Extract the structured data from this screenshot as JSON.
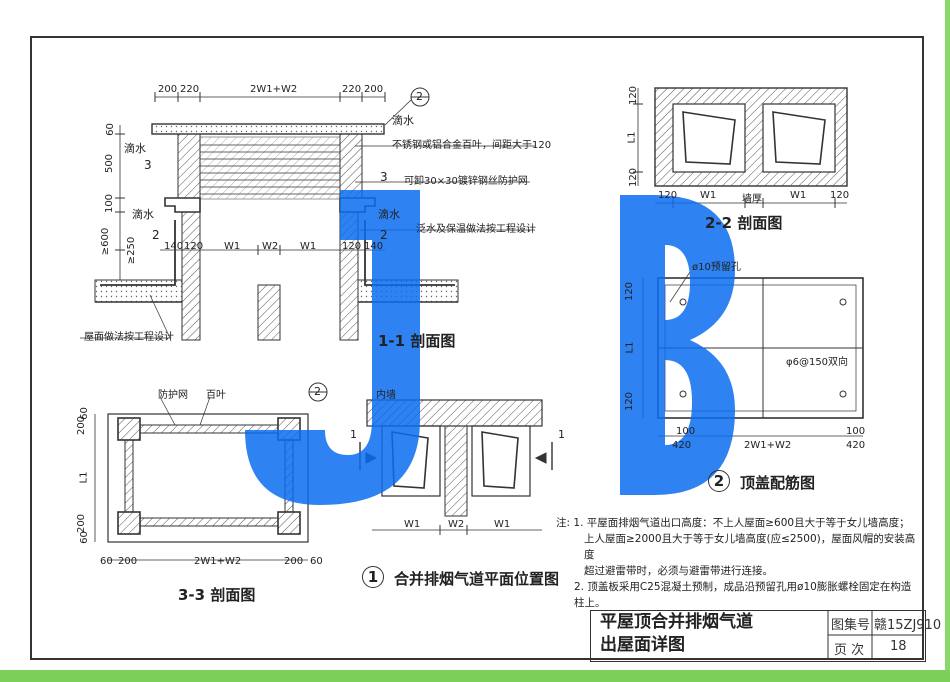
{
  "sheet": {
    "title_line1": "平屋顶合并排烟气道",
    "title_line2": "出屋面详图",
    "atlas_label": "图集号",
    "atlas_no": "赣15ZJ910",
    "page_label": "页 次",
    "page_no": "18"
  },
  "section_1_1": {
    "title": "1-1 剖面图",
    "dims_top": [
      "200",
      "220",
      "2W1+W2",
      "220",
      "200"
    ],
    "dims_left": [
      "60",
      "500",
      "100",
      "≥600",
      "≥250"
    ],
    "dims_bottom": [
      "140",
      "120",
      "W1",
      "W2",
      "W1",
      "120",
      "140"
    ],
    "callout_no": "2",
    "drip_labels": [
      "滴水",
      "滴水",
      "滴水",
      "滴水"
    ],
    "ref_3": "3",
    "ref_2": "2",
    "note_louver": "不锈钢或铝合金百叶，间距大于120",
    "note_mesh": "可卸30×30镀锌钢丝防护网",
    "note_waterproof": "泛水及保温做法按工程设计",
    "note_roof": "屋面做法按工程设计"
  },
  "section_2_2": {
    "title": "2-2 剖面图",
    "dims_left": [
      "120",
      "L1",
      "120"
    ],
    "dims_bottom": [
      "120",
      "W1",
      "墙厚",
      "W1",
      "120"
    ]
  },
  "cover_rebar": {
    "no": "2",
    "title": "顶盖配筋图",
    "hole_label": "ø10预留孔",
    "rebar_label": "φ6@150双向",
    "dims_left": [
      "120",
      "L1",
      "120"
    ],
    "dims_bottom": [
      "100",
      "420",
      "2W1+W2",
      "100",
      "420"
    ]
  },
  "plan_1": {
    "no": "1",
    "title": "合并排烟气道平面位置图",
    "inner_wall": "内墙",
    "callout_no": "2",
    "section_marks": [
      "1",
      "1"
    ],
    "dims_bottom": [
      "W1",
      "W2",
      "W1"
    ]
  },
  "section_3_3": {
    "title": "3-3 剖面图",
    "mesh_label": "防护网",
    "louver_label": "百叶",
    "dims_left": [
      "200",
      "60",
      "L1",
      "200",
      "60"
    ],
    "dims_bottom": [
      "60",
      "200",
      "2W1+W2",
      "200",
      "60"
    ]
  },
  "notes": {
    "prefix": "注:",
    "n1_line1": "1. 平屋面排烟气道出口高度：不上人屋面≥600且大于等于女儿墙高度；",
    "n1_line2": "上人屋面≥2000且大于等于女儿墙高度(应≤2500)，屋面风帽的安装高度",
    "n1_line3": "超过避雷带时，必须与避雷带进行连接。",
    "n2": "2. 顶盖板采用C25混凝土预制，成品沿预留孔用ø10膨胀螺栓固定在构造柱上。"
  },
  "watermark": {
    "color": "#0a6cf0"
  }
}
